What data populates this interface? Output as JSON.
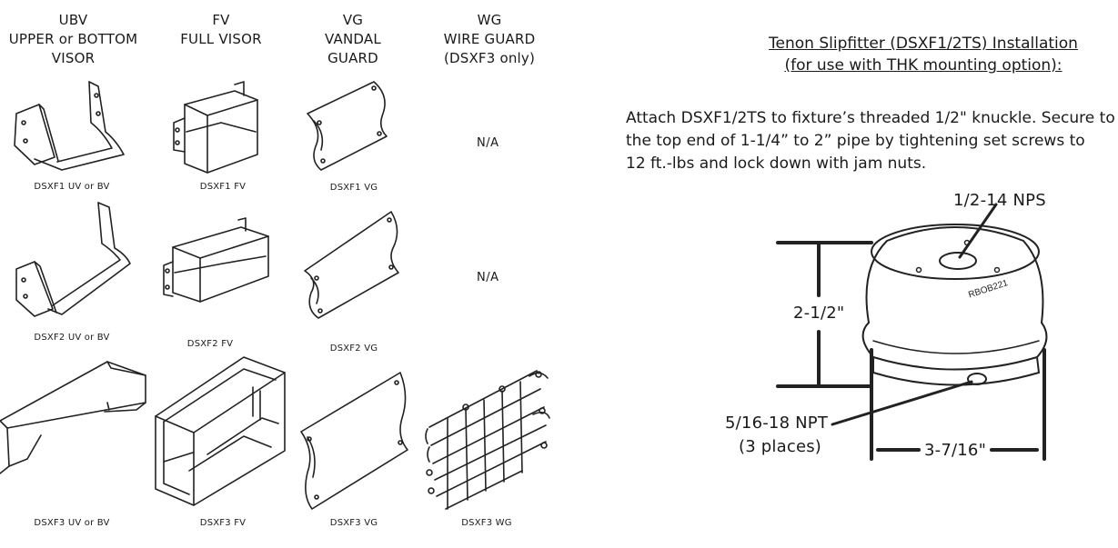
{
  "columns": [
    {
      "id": "ubv",
      "lines": [
        "UBV",
        "UPPER or BOTTOM",
        "VISOR"
      ]
    },
    {
      "id": "fv",
      "lines": [
        "FV",
        "FULL VISOR"
      ]
    },
    {
      "id": "vg",
      "lines": [
        "VG",
        "VANDAL",
        "GUARD"
      ]
    },
    {
      "id": "wg",
      "lines": [
        "WG",
        "WIRE GUARD",
        "(DSXF3 only)"
      ]
    }
  ],
  "captions": {
    "row1": [
      "DSXF1 UV or BV",
      "DSXF1 FV",
      "DSXF1 VG"
    ],
    "row2": [
      "DSXF2 UV or BV",
      "DSXF2 FV",
      "DSXF2 VG"
    ],
    "row3": [
      "DSXF3 UV or BV",
      "DSXF3 FV",
      "DSXF3 VG",
      "DSXF3 WG"
    ]
  },
  "not_available": [
    "N/A",
    "N/A"
  ],
  "installation": {
    "title_lines": [
      "Tenon Slipfitter (DSXF1/2TS) Installation",
      "(for use with THK mounting option):"
    ],
    "body_lines": [
      "Attach DSXF1/2TS to fixture’s threaded 1/2\" knuckle.  Secure to",
      "the top end of 1-1/4” to 2” pipe by tightening set screws to",
      "12 ft.-lbs and lock down with jam nuts."
    ],
    "labels": {
      "top_thread": "1/2-14 NPS",
      "height": "2-1/2\"",
      "set_screw": "5/16-18 NPT",
      "set_screw_qty": "(3 places)",
      "width": "3-7/16\"",
      "part_mark": "RBOB221"
    }
  }
}
